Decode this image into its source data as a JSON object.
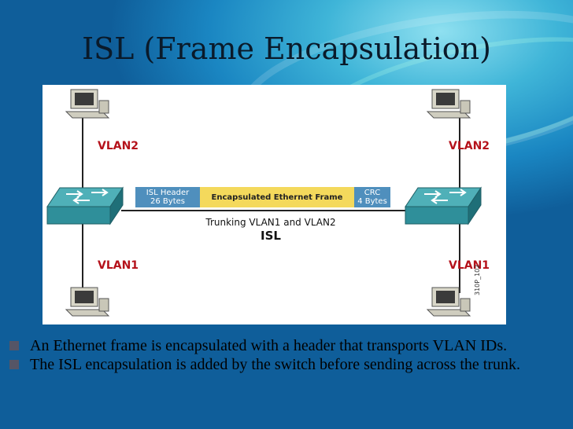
{
  "slide": {
    "title": "ISL (Frame Encapsulation)"
  },
  "diagram": {
    "vlan_top_left": "VLAN2",
    "vlan_top_right": "VLAN2",
    "vlan_bottom_left": "VLAN1",
    "vlan_bottom_right": "VLAN1",
    "isl_header": "ISL Header\n26 Bytes",
    "encapsulated_frame": "Encapsulated Ethernet Frame",
    "crc": "CRC\n4 Bytes",
    "trunk_label": "Trunking VLAN1 and VLAN2",
    "isl_label": "ISL",
    "figure_code": "310P_102",
    "colors": {
      "vlan_text": "#b5121b",
      "header_fill": "#4f8fbd",
      "frame_fill": "#f4d95c",
      "switch_fill": "#2f8f9a"
    }
  },
  "bullets": [
    "An Ethernet frame is encapsulated with a header that transports VLAN IDs.",
    "The ISL encapsulation is added by the switch before sending across the trunk."
  ]
}
